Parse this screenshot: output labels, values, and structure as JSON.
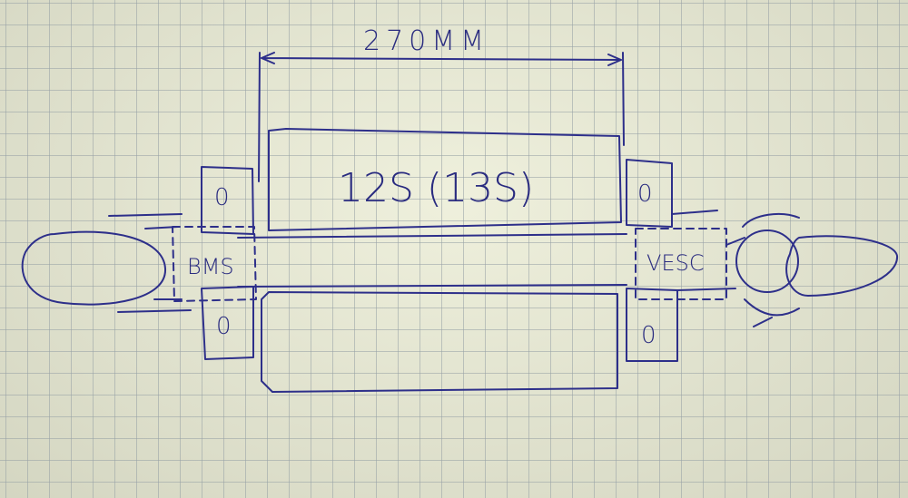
{
  "diagram": {
    "dimension_label": "270MM",
    "battery_label": "12S (13S)",
    "bms_label": "BMS",
    "vesc_label": "VESC",
    "mount_hole_labels": [
      "0",
      "0",
      "0",
      "0"
    ],
    "ink_color": "#2d2f8a",
    "paper_color": "#e6e8d2"
  }
}
